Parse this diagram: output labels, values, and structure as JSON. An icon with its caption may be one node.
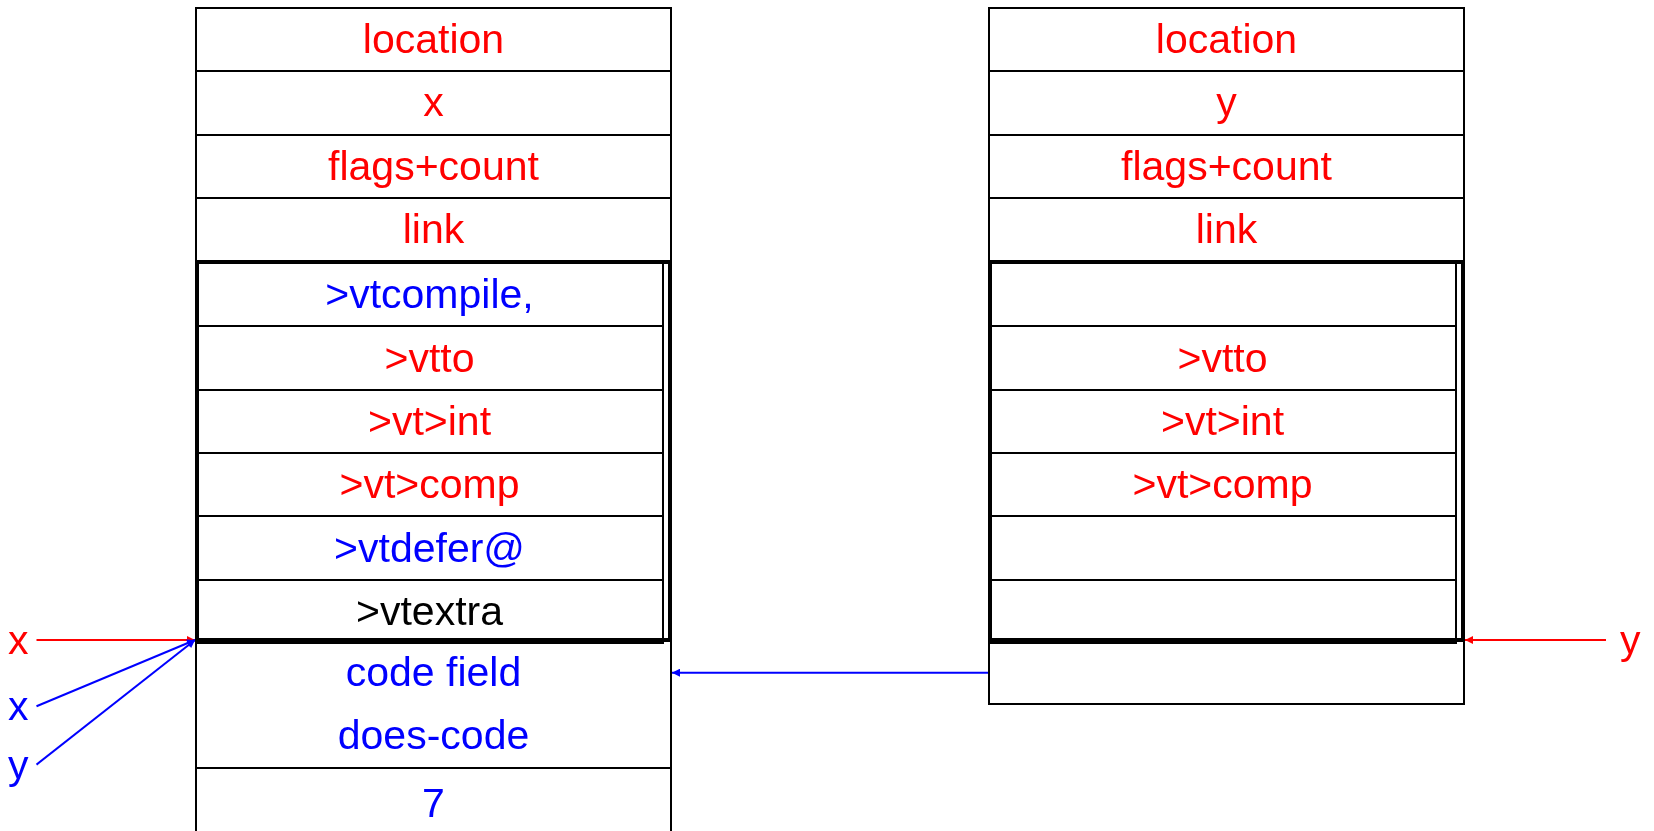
{
  "diagram": {
    "nodes": [
      {
        "text": [
          "location"
        ]
      },
      {
        "text": [
          "x"
        ]
      },
      {
        "text": [
          "flags+count"
        ]
      },
      {
        "text": [
          "link"
        ]
      },
      {
        "text": [],
        "shape": "box"
      },
      {
        "text": [
          ">vtcompile,"
        ],
        "in": 4
      },
      {
        "text": [
          ">vtto"
        ],
        "in": 4
      },
      {
        "text": [
          ">vt>int"
        ],
        "in": 4
      },
      {
        "text": [
          ">vt>comp"
        ],
        "in": 4
      },
      {
        "text": [
          ">vtdefer@"
        ],
        "in": 4
      },
      {
        "text": [
          ">vtextra"
        ],
        "in": 4
      },
      {
        "text": [
          "code field",
          "does-code"
        ]
      },
      {
        "text": [
          "7"
        ]
      },
      {
        "text": [
          "location"
        ]
      },
      {
        "text": [
          "y"
        ]
      },
      {
        "text": [
          "flags+count"
        ]
      },
      {
        "text": [
          "link"
        ]
      },
      {
        "text": [],
        "shape": "box"
      },
      {
        "text": [],
        "shape": "box",
        "in": 17
      },
      {
        "text": [
          ">vtto"
        ],
        "in": 17
      },
      {
        "text": [
          ">vt>int"
        ],
        "in": 17
      },
      {
        "text": [
          ">vt>comp"
        ],
        "in": 17
      },
      {
        "text": [],
        "shape": "box",
        "in": 17
      },
      {
        "text": [],
        "shape": "box",
        "in": 17
      },
      {
        "text": [],
        "shape": "box"
      },
      {
        "text": [
          "x"
        ]
      },
      {
        "text": [
          "x"
        ]
      },
      {
        "text": [
          "y"
        ]
      },
      {
        "text": [
          "y"
        ]
      }
    ],
    "edges": [
      {
        "from": 25,
        "to": 11,
        "arrow": "to",
        "color": "#ff0000"
      },
      {
        "from": 26,
        "to": 11,
        "arrow": "to"
      },
      {
        "from": 27,
        "to": 11,
        "arrow": "to"
      },
      {
        "from": 28,
        "to": 24,
        "arrow": "to",
        "color": "#ff0000"
      },
      {
        "from": 24,
        "to": 11,
        "arrow": "to"
      }
    ]
  }
}
